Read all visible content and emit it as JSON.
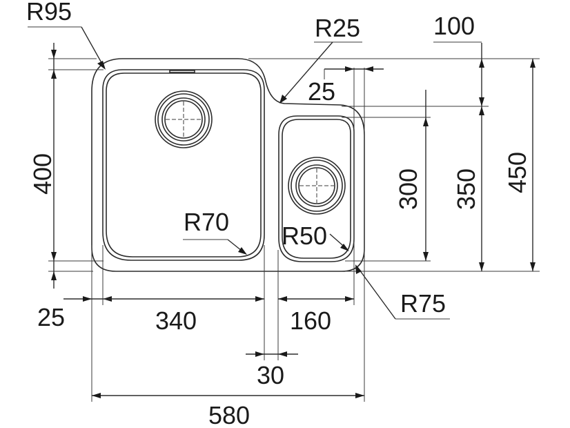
{
  "dimensions": {
    "r95": "R95",
    "r25": "R25",
    "d100": "100",
    "d25_top": "25",
    "d400": "400",
    "d300": "300",
    "d350": "350",
    "d450": "450",
    "r70": "R70",
    "r50": "R50",
    "r75": "R75",
    "d25_bottom": "25",
    "d340": "340",
    "d160": "160",
    "d30": "30",
    "d580": "580"
  }
}
